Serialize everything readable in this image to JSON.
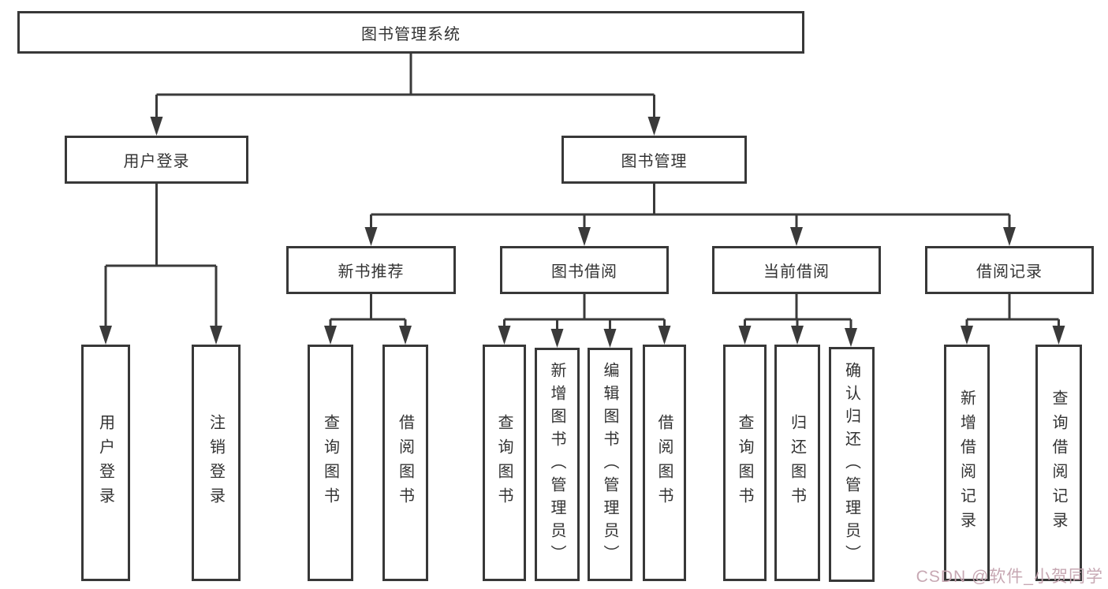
{
  "diagram": {
    "nodes": {
      "root": "图书管理系统",
      "user_login": "用户登录",
      "book_mgmt": "图书管理",
      "new_book": "新书推荐",
      "book_borrow": "图书借阅",
      "current_borrow": "当前借阅",
      "borrow_record": "借阅记录",
      "leaf_user_login": "用户登录",
      "leaf_logout": "注销登录",
      "leaf_nb_query": "查询图书",
      "leaf_nb_borrow": "借阅图书",
      "leaf_bb_query": "查询图书",
      "leaf_bb_add": "新增图书（管理员）",
      "leaf_bb_edit": "编辑图书（管理员）",
      "leaf_bb_borrow": "借阅图书",
      "leaf_cb_query": "查询图书",
      "leaf_cb_return": "归还图书",
      "leaf_cb_confirm": "确认归还（管理员）",
      "leaf_br_add": "新增借阅记录",
      "leaf_br_query": "查询借阅记录"
    }
  },
  "watermark": {
    "text": "CSDN @软件_小贺同学"
  },
  "colors": {
    "line": "#3a3a3a",
    "text": "#333333",
    "watermark": "#c4a3af",
    "background": "#ffffff"
  }
}
